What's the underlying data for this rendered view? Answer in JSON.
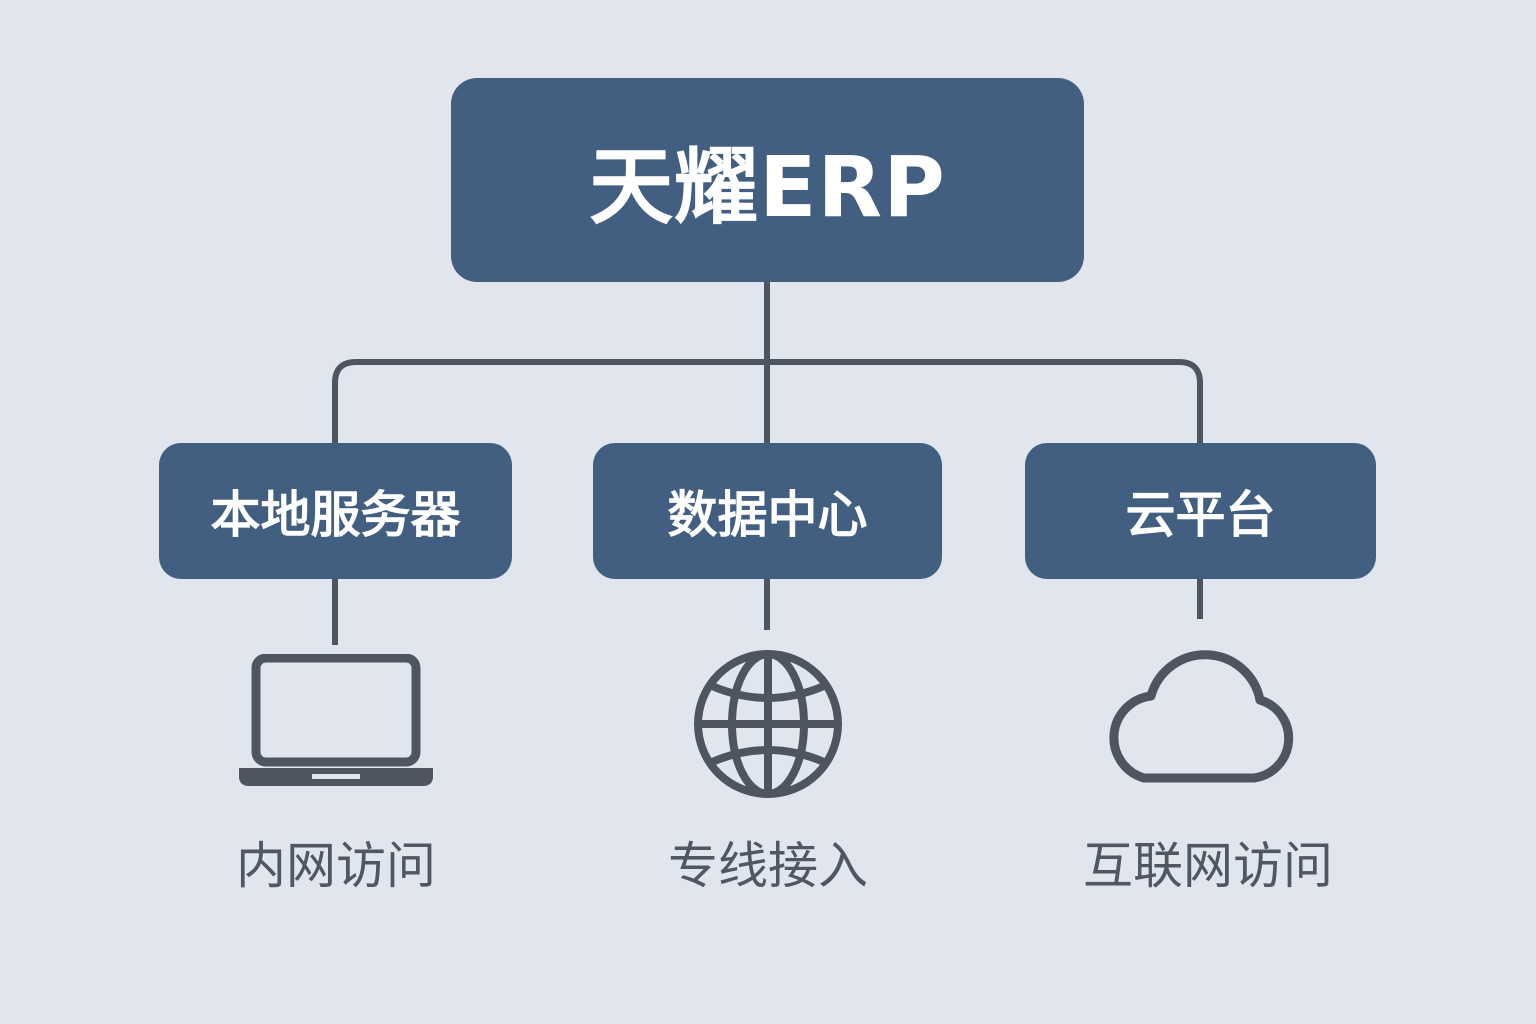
{
  "root": {
    "label": "天耀ERP"
  },
  "deployments": [
    {
      "label": "本地服务器",
      "icon": "laptop-icon",
      "access": "内网访问"
    },
    {
      "label": "数据中心",
      "icon": "globe-icon",
      "access": "专线接入"
    },
    {
      "label": "云平台",
      "icon": "cloud-icon",
      "access": "互联网访问"
    }
  ],
  "colors": {
    "background": "#e1e6ee",
    "node_fill": "#425e80",
    "node_text": "#ffffff",
    "line_and_icon": "#4d5561",
    "caption_text": "#505762"
  }
}
